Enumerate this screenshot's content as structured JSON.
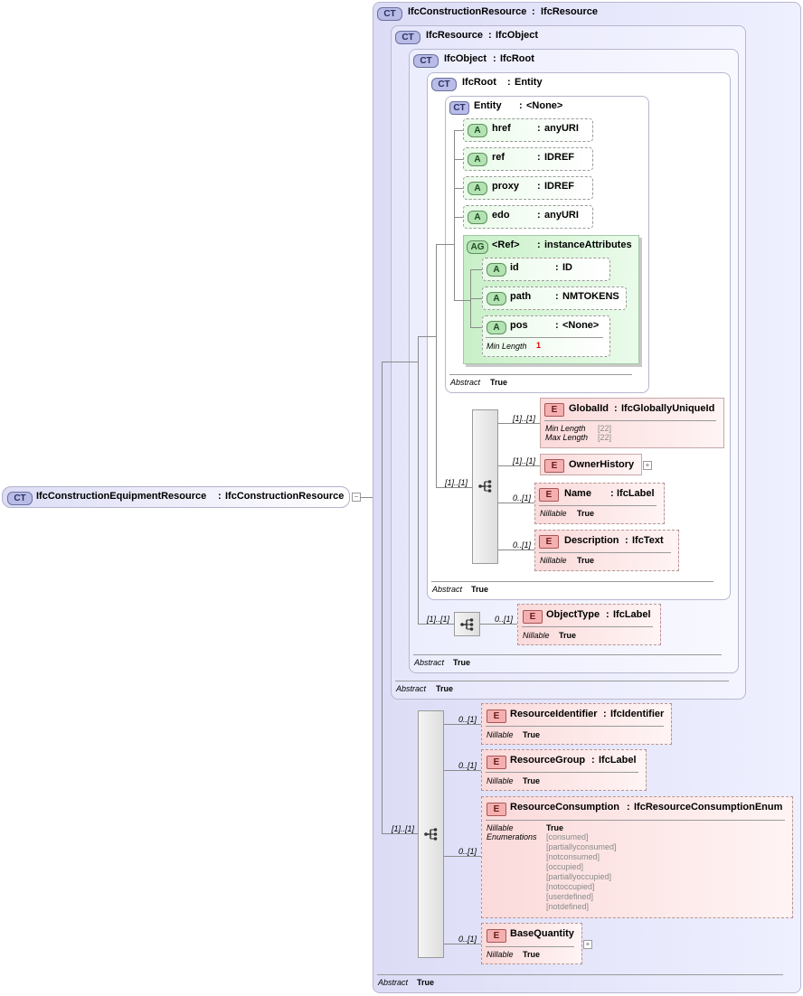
{
  "root": {
    "name": "IfcConstructionEquipmentResource",
    "type": "IfcConstructionResource"
  },
  "ct_label": "CT",
  "a_label": "A",
  "ag_label": "AG",
  "e_label": "E",
  "colon": ":",
  "types": [
    {
      "name": "IfcConstructionResource",
      "base": "IfcResource"
    },
    {
      "name": "IfcResource",
      "base": "IfcObject"
    },
    {
      "name": "IfcObject",
      "base": "IfcRoot"
    },
    {
      "name": "IfcRoot",
      "base": "Entity"
    },
    {
      "name": "Entity",
      "base": "<None>"
    }
  ],
  "attrs": [
    {
      "name": "href",
      "type": "anyURI"
    },
    {
      "name": "ref",
      "type": "IDREF"
    },
    {
      "name": "proxy",
      "type": "IDREF"
    },
    {
      "name": "edo",
      "type": "anyURI"
    }
  ],
  "attr_group": {
    "name": "<Ref>",
    "type": "instanceAttributes",
    "attrs": [
      {
        "name": "id",
        "type": "ID"
      },
      {
        "name": "path",
        "type": "NMTOKENS"
      },
      {
        "name": "pos",
        "type": "<None>"
      }
    ],
    "pos_facet": {
      "label": "Min Length",
      "value": "1"
    }
  },
  "abstract_label": "Abstract",
  "true_label": "True",
  "nillable_label": "Nillable",
  "enumerations_label": "Enumerations",
  "min_length_label": "Min Length",
  "max_length_label": "Max Length",
  "occ": {
    "one": "[1]..[1]",
    "zero": "0..[1]"
  },
  "root_elements": [
    {
      "name": "GlobalId",
      "type": "IfcGloballyUniqueId",
      "min": "[22]",
      "max": "[22]"
    },
    {
      "name": "OwnerHistory"
    },
    {
      "name": "Name",
      "type": "IfcLabel"
    },
    {
      "name": "Description",
      "type": "IfcText"
    }
  ],
  "object_element": {
    "name": "ObjectType",
    "type": "IfcLabel"
  },
  "resource_elements": [
    {
      "name": "ResourceIdentifier",
      "type": "IfcIdentifier"
    },
    {
      "name": "ResourceGroup",
      "type": "IfcLabel"
    },
    {
      "name": "ResourceConsumption",
      "type": "IfcResourceConsumptionEnum",
      "enums": [
        "[consumed]",
        "[partiallyconsumed]",
        "[notconsumed]",
        "[occupied]",
        "[partiallyoccupied]",
        "[notoccupied]",
        "[userdefined]",
        "[notdefined]"
      ]
    },
    {
      "name": "BaseQuantity"
    }
  ],
  "icons": {
    "ct": "complex-type-icon",
    "attr": "attribute-icon",
    "group": "attribute-group-icon",
    "element": "element-icon",
    "sequence": "sequence-icon",
    "expand": "expand-icon"
  }
}
